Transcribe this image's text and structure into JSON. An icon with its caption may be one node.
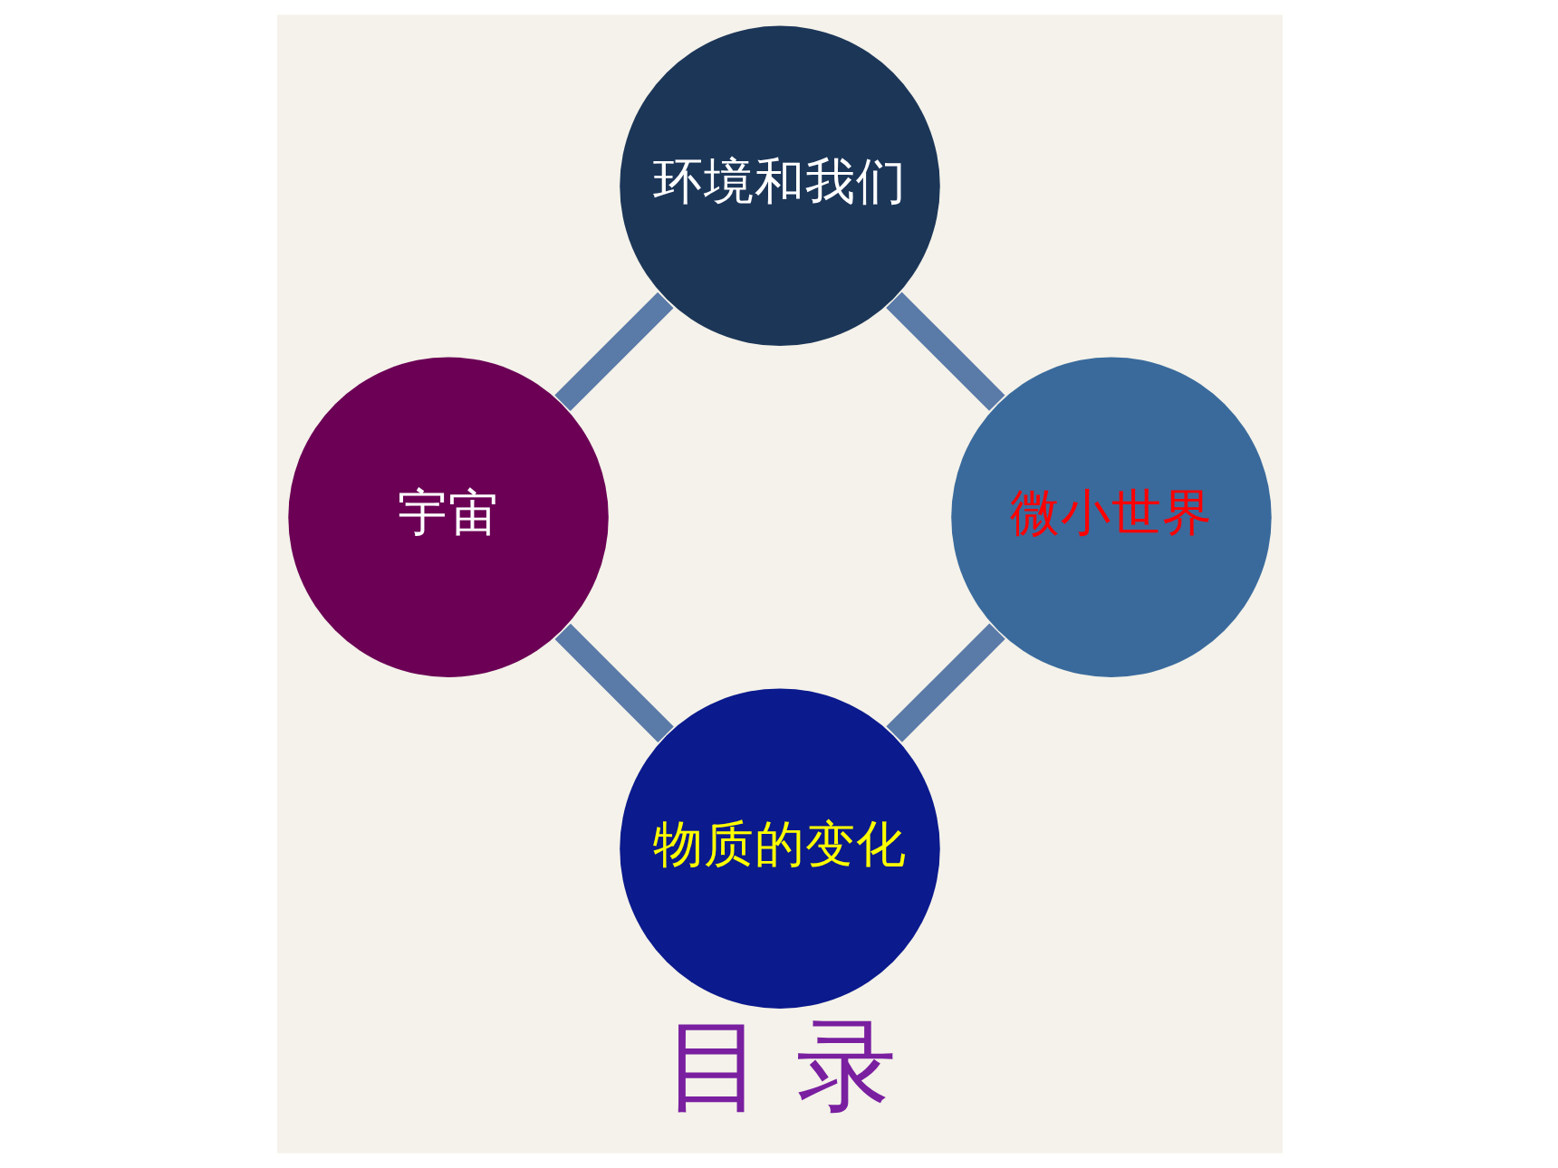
{
  "diagram": {
    "title": "目 录",
    "nodes": [
      {
        "text": [
          "物质的变化"
        ]
      },
      {
        "text": [
          "宇宙"
        ]
      },
      {
        "text": [
          "微小世界"
        ]
      },
      {
        "text": [
          "环境和我们"
        ]
      }
    ],
    "edges": [
      {
        "from": 0,
        "to": 1,
        "arrow": "none"
      },
      {
        "from": 1,
        "to": 3,
        "arrow": "none"
      },
      {
        "from": 3,
        "to": 2,
        "arrow": "none"
      },
      {
        "from": 2,
        "to": 0,
        "arrow": "none"
      }
    ]
  }
}
